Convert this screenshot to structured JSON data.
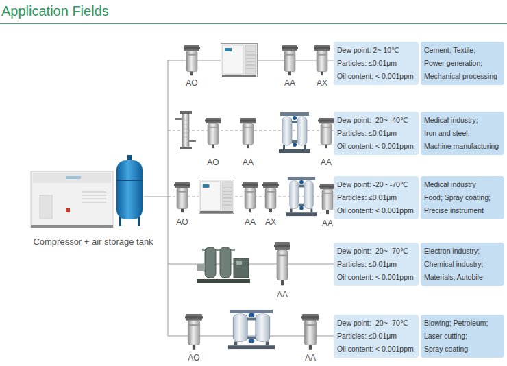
{
  "diagram": {
    "title": "Application Fields",
    "nodes": [
      {
        "text": [
          "Dew point: 2~ 10℃",
          "Particles: ≤0.01μm",
          "Oil content: < 0.001ppm"
        ]
      },
      {
        "text": [
          "Cement; Textile;",
          "Power generation;",
          "Mechanical processing"
        ]
      },
      {
        "text": [
          "Dew point: -20~ -40℃",
          "Particles: ≤0.01μm",
          "Oil content: < 0.001ppm"
        ]
      },
      {
        "text": [
          "Medical industry;",
          "Iron and steel;",
          "Machine manufacturing"
        ]
      },
      {
        "text": [
          "Dew point: -20~ -70℃",
          "Particles: ≤0.01μm",
          "Oil content: < 0.001ppm"
        ]
      },
      {
        "text": [
          "Medical industry",
          "Food; Spray coating;",
          "Precise instrument"
        ]
      },
      {
        "text": [
          "Dew point: -20~ -70℃",
          "Particles: ≤0.01μm",
          "Oil content: < 0.001ppm"
        ]
      },
      {
        "text": [
          "Electron industry;",
          "Chemical industry;",
          "Materials; Autobile"
        ]
      },
      {
        "text": [
          "Dew point: -20~ -70℃",
          "Particles: ≤0.01μm",
          "Oil content: < 0.001ppm"
        ]
      },
      {
        "text": [
          "Blowing; Petroleum;",
          "Laser cutting;",
          "Spray coating"
        ]
      }
    ],
    "labels": [
      "Compressor + air storage tank",
      "AO",
      "AA",
      "AX",
      "AO",
      "AA",
      "AA",
      "AO",
      "AA",
      "AX",
      "AA",
      "AA",
      "AO",
      "AA"
    ]
  }
}
